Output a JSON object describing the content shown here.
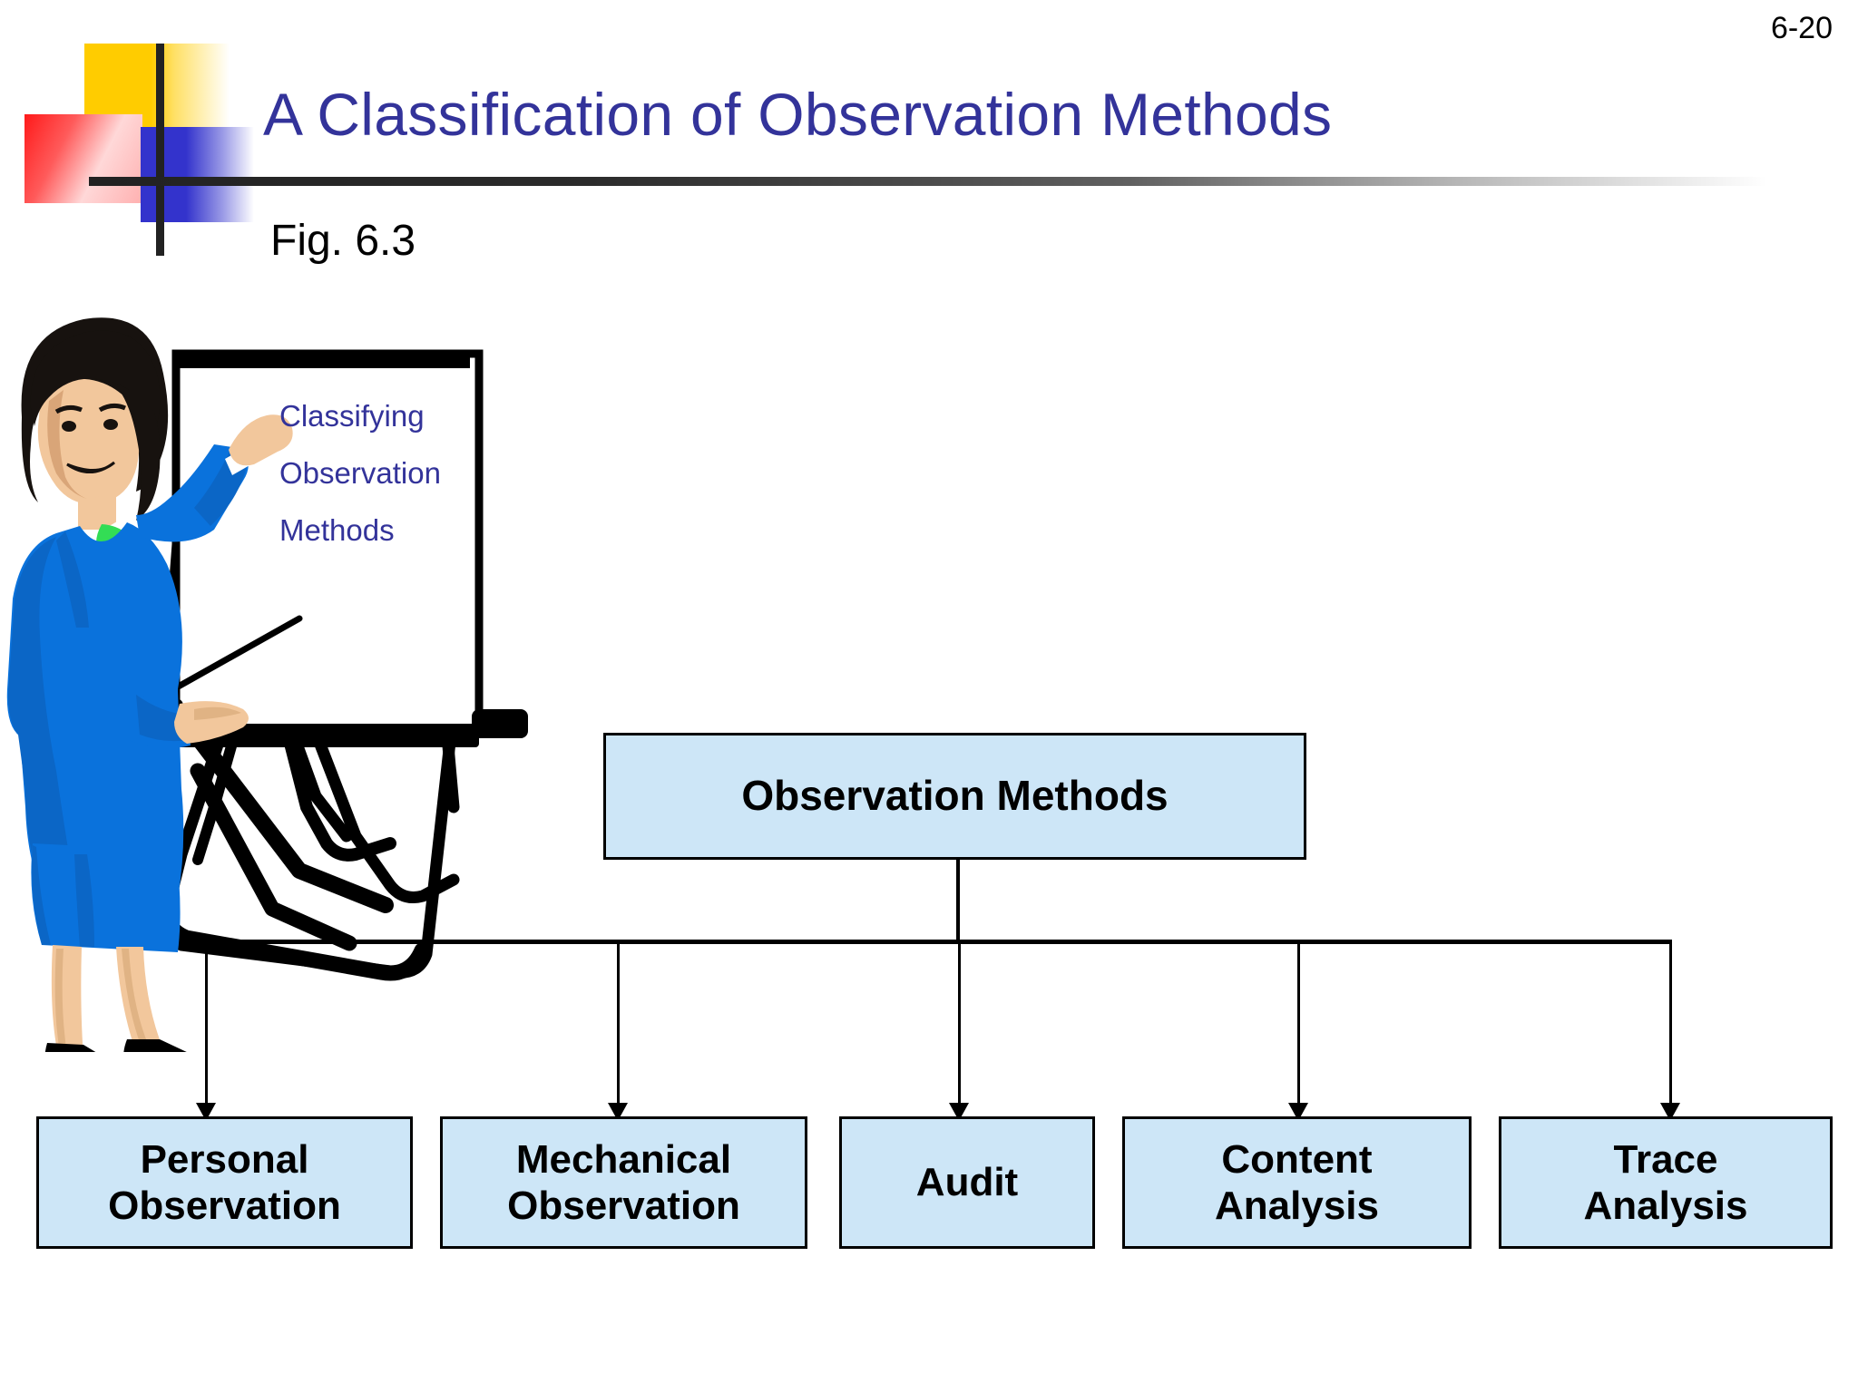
{
  "page": {
    "number": "6-20",
    "title": "A Classification of Observation Methods",
    "figure_label": "Fig. 6.3"
  },
  "colors": {
    "title_blue": "#33339A",
    "node_fill": "#CDE6F7",
    "node_border": "#000000",
    "logo_yellow": "#FFCC00",
    "logo_red": "#FF1A1A",
    "logo_blue": "#3333CC",
    "suit_blue": "#0A72DC",
    "scarf_green": "#33DD55",
    "skin": "#F5CBA0",
    "hair": "#17120F"
  },
  "flipchart": {
    "lines": [
      "Classifying",
      "Observation",
      "Methods"
    ]
  },
  "chart_data": {
    "type": "diagram",
    "title": "A Classification of Observation Methods",
    "layout": "tree",
    "root": "Observation Methods",
    "children": [
      "Personal Observation",
      "Mechanical Observation",
      "Audit",
      "Content Analysis",
      "Trace Analysis"
    ]
  },
  "nodes": {
    "root": {
      "label": "Observation Methods",
      "lines": [
        "Observation Methods"
      ]
    },
    "personal": {
      "label": "Personal Observation",
      "lines": [
        "Personal",
        "Observation"
      ]
    },
    "mechanical": {
      "label": "Mechanical Observation",
      "lines": [
        "Mechanical",
        "Observation"
      ]
    },
    "audit": {
      "label": "Audit",
      "lines": [
        "Audit"
      ]
    },
    "content": {
      "label": "Content Analysis",
      "lines": [
        "Content",
        "Analysis"
      ]
    },
    "trace": {
      "label": "Trace Analysis",
      "lines": [
        "Trace",
        "Analysis"
      ]
    }
  },
  "clipart": {
    "name": "woman-presenting-at-flipchart",
    "description": "Cartoon woman in blue suit with green scarf pointing at an easel flipchart"
  }
}
